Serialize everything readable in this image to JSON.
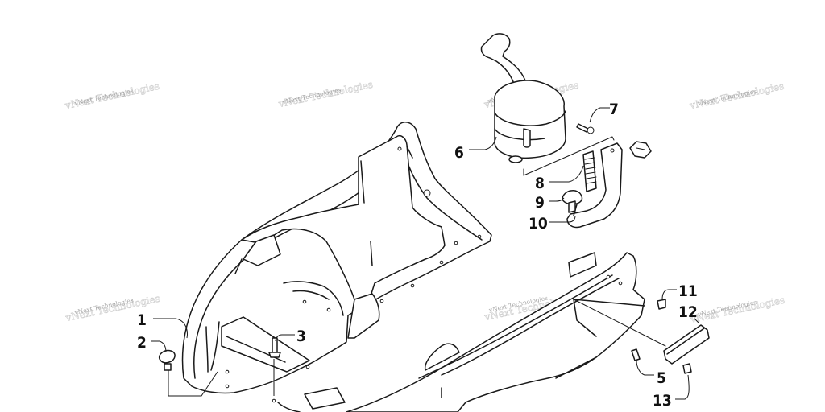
{
  "watermark": {
    "text": "vNext Technologies"
  },
  "callouts": {
    "c1": "1",
    "c2": "2",
    "c3": "3",
    "c5": "5",
    "c6": "6",
    "c7": "7",
    "c8": "8",
    "c9": "9",
    "c10": "10",
    "c11": "11",
    "c12": "12",
    "c13": "13"
  }
}
